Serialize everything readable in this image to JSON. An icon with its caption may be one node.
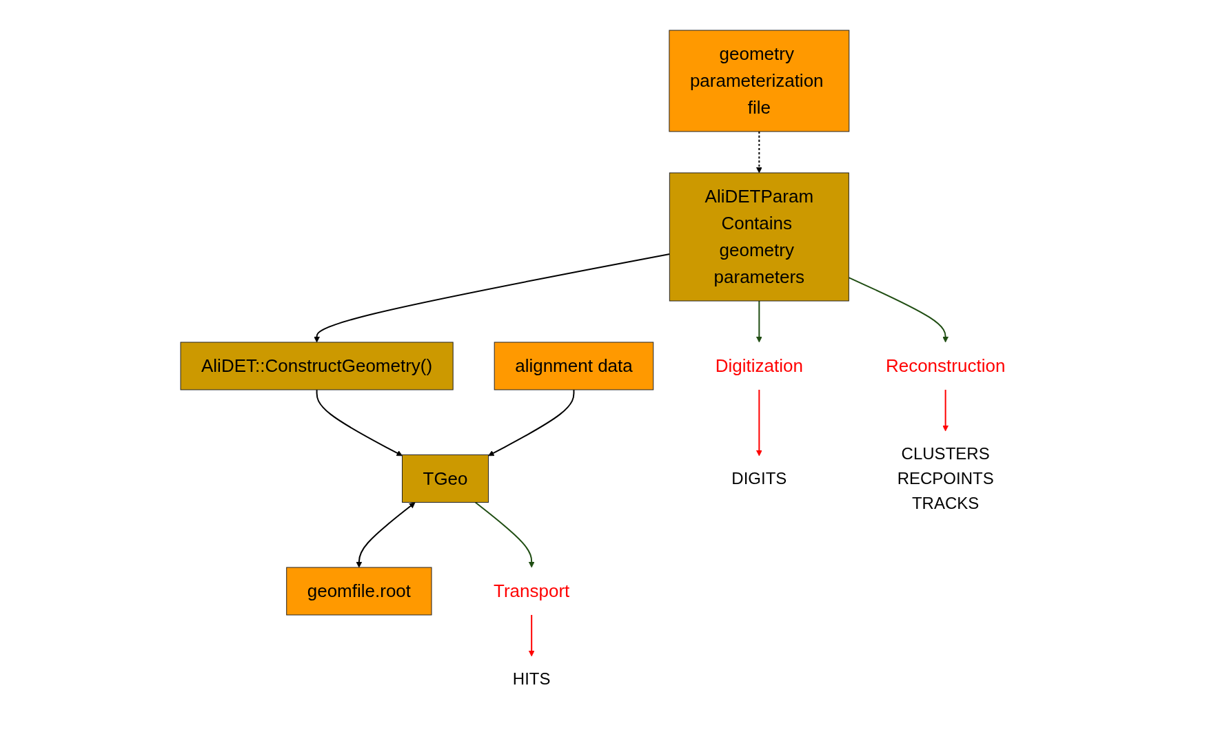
{
  "diagram": {
    "nodes": [
      {
        "text": [
          "AliDETParam",
          "Contains geometry parameters"
        ]
      },
      {
        "text": [
          "geometry parameterization file"
        ]
      },
      {
        "text": [
          "AliDET::ConstructGeometry()"
        ]
      },
      {
        "text": [
          "TGeo"
        ]
      },
      {
        "text": [
          "alignment data"
        ]
      },
      {
        "text": [
          "geomfile.root"
        ]
      },
      {
        "text": [
          "Digitization"
        ]
      },
      {
        "text": [
          "DIGITS"
        ]
      },
      {
        "text": [
          "Reconstruction"
        ]
      },
      {
        "text": [
          "CLUSTERS",
          "RECPOINTS",
          "TRACKS"
        ]
      },
      {
        "text": [
          "Transport"
        ]
      },
      {
        "text": [
          "HITS"
        ]
      }
    ],
    "edges": [
      {
        "from": 1,
        "to": 0,
        "arrow": "to",
        "style": "dashed"
      },
      {
        "from": 0,
        "to": 2,
        "arrow": "to"
      },
      {
        "from": 2,
        "to": 3,
        "arrow": "to"
      },
      {
        "from": 4,
        "to": 3,
        "arrow": "to"
      },
      {
        "from": 3,
        "to": 5,
        "arrow": "both"
      },
      {
        "from": 0,
        "to": 6,
        "arrow": "to",
        "color": "#1f4d12"
      },
      {
        "from": 0,
        "to": 8,
        "arrow": "to",
        "color": "#1f4d12"
      },
      {
        "from": 3,
        "to": 10,
        "arrow": "to",
        "color": "#1f4d12"
      },
      {
        "from": 6,
        "to": 7,
        "arrow": "to",
        "color": "#ff0000"
      },
      {
        "from": 8,
        "to": 9,
        "arrow": "to",
        "color": "#ff0000"
      },
      {
        "from": 10,
        "to": 11,
        "arrow": "to",
        "color": "#ff0000"
      }
    ]
  }
}
